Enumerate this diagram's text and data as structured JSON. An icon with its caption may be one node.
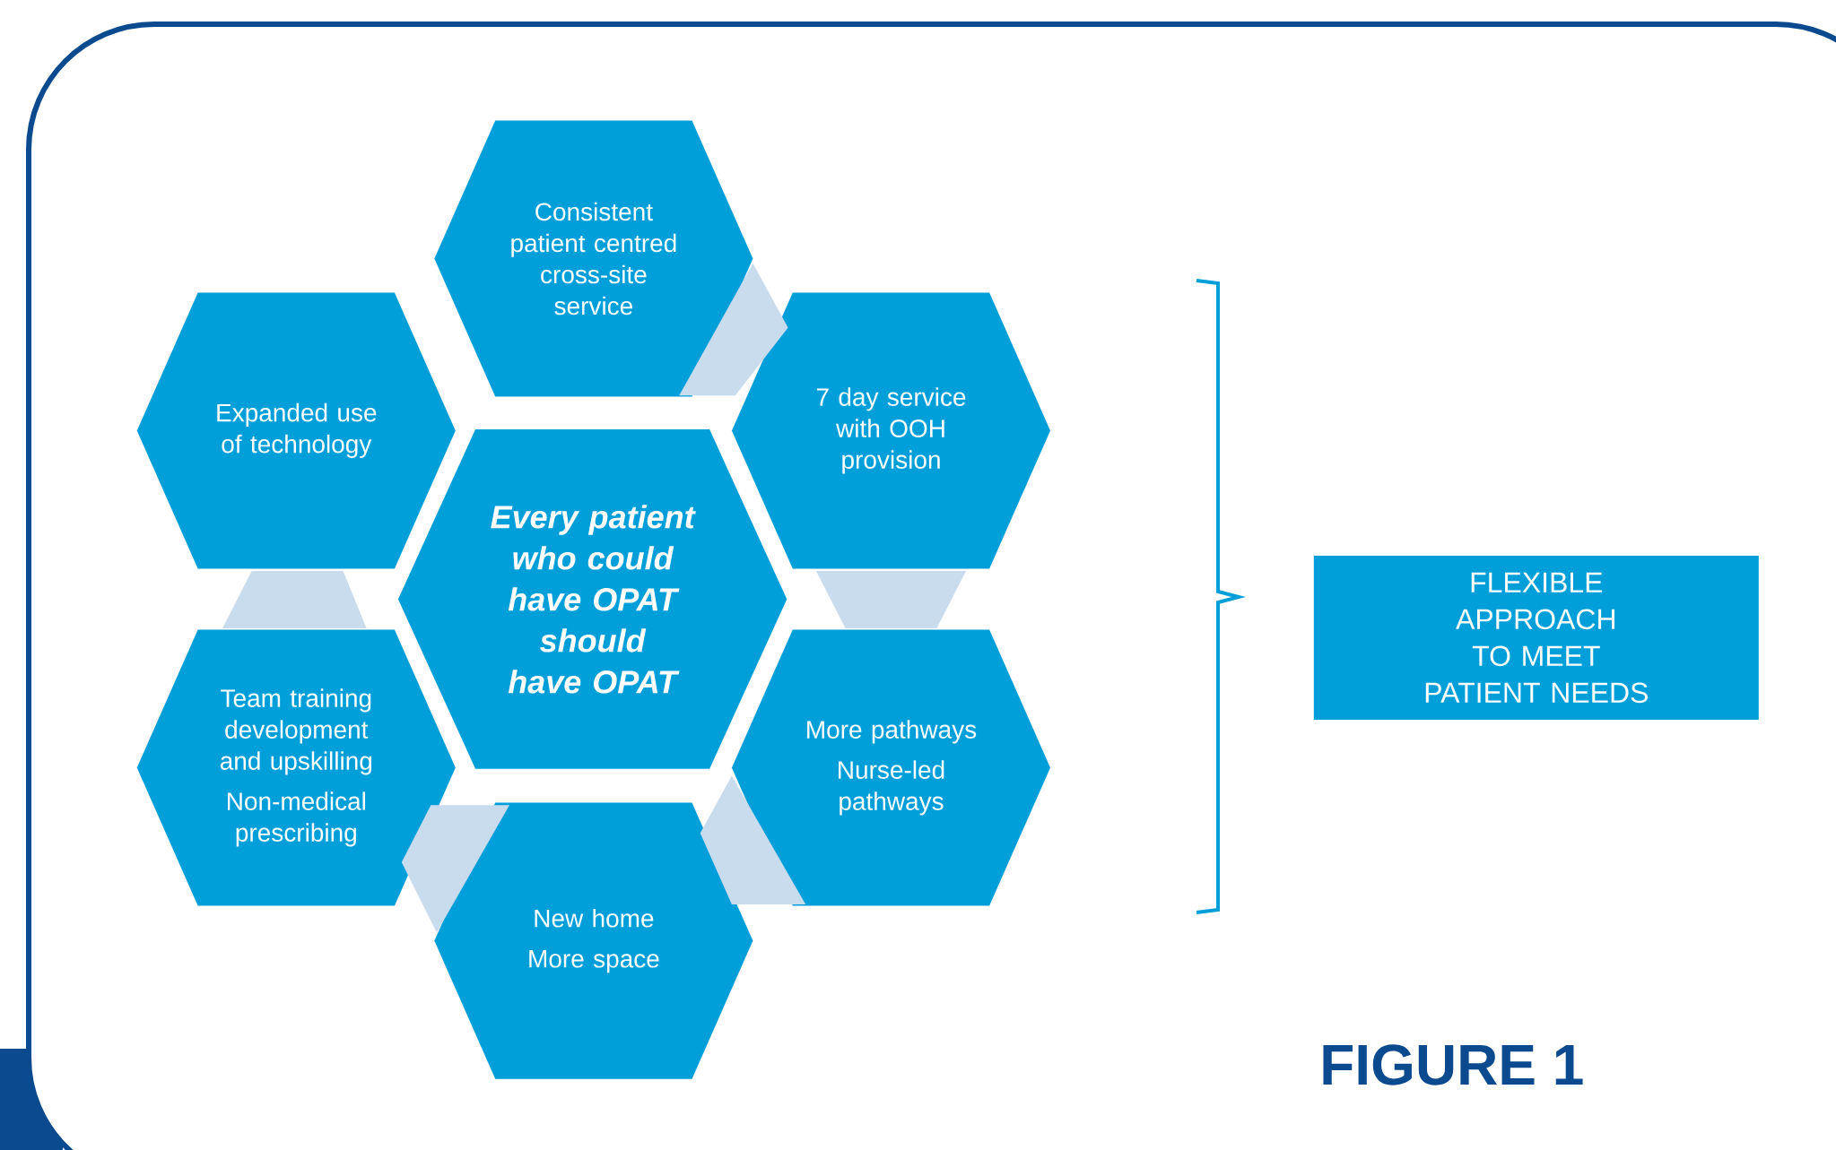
{
  "diagram": {
    "caption": "FIGURE 1",
    "nodes": [
      {
        "text": [
          "Consistent patient centred cross-site service"
        ]
      },
      {
        "text": [
          "Expanded use of technology"
        ]
      },
      {
        "text": [
          "7 day service with OOH provision"
        ]
      },
      {
        "text": [
          "Every patient who could have OPAT should have OPAT"
        ]
      },
      {
        "text": [
          "Team training development and upskilling",
          "Non-medical prescribing"
        ]
      },
      {
        "text": [
          "More pathways",
          "Nurse-led pathways"
        ]
      },
      {
        "text": [
          "New home",
          "More space"
        ]
      },
      {
        "text": [
          "FLEXIBLE APPROACH TO MEET PATIENT NEEDS"
        ]
      },
      {
        "text": [],
        "shape": "trapezoid"
      },
      {
        "text": [],
        "shape": "trapezoid"
      },
      {
        "text": [],
        "shape": "trapezoid"
      },
      {
        "text": [],
        "shape": "trapezoid"
      },
      {
        "text": [],
        "shape": "trapezoid"
      }
    ]
  }
}
